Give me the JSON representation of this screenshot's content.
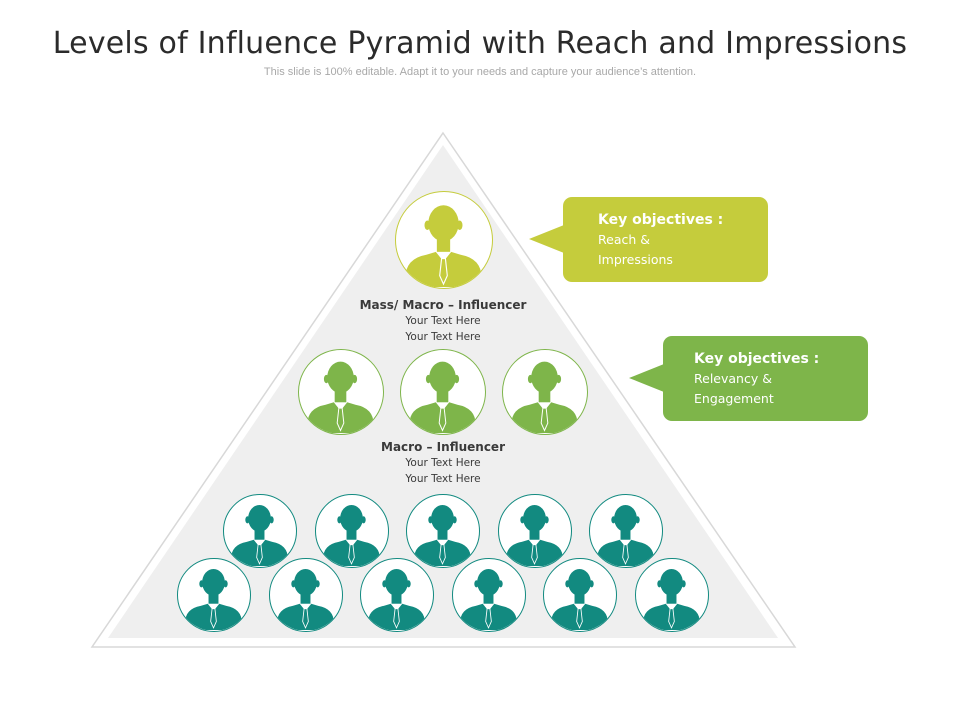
{
  "title": "Levels of Influence Pyramid with Reach and Impressions",
  "subtitle": "This slide is 100% editable. Adapt it to your needs and capture your audience’s attention.",
  "colors": {
    "pyramid_fill": "#f0f0f0",
    "pyramid_border": "#dcdcdc",
    "top_person": "#c5cc3c",
    "middle_person": "#7eb54a",
    "bottom_person": "#128a80",
    "callout_1": "#c5cc3c",
    "callout_2": "#7eb54a"
  },
  "levels": {
    "top": {
      "title": "Mass/ Macro – Influencer",
      "line1": "Your Text  Here",
      "line2": "Your Text  Here",
      "icon": "person-icon"
    },
    "middle": {
      "title": "Macro – Influencer",
      "line1": "Your Text  Here",
      "line2": "Your Text  Here",
      "icon": "person-icon",
      "count": 3
    },
    "bottom": {
      "icon": "person-icon",
      "row1_count": 5,
      "row2_count": 6
    }
  },
  "callouts": [
    {
      "heading": "Key objectives :",
      "line1": "Reach &",
      "line2": "Impressions"
    },
    {
      "heading": "Key objectives :",
      "line1": "Relevancy &",
      "line2": "Engagement"
    }
  ]
}
